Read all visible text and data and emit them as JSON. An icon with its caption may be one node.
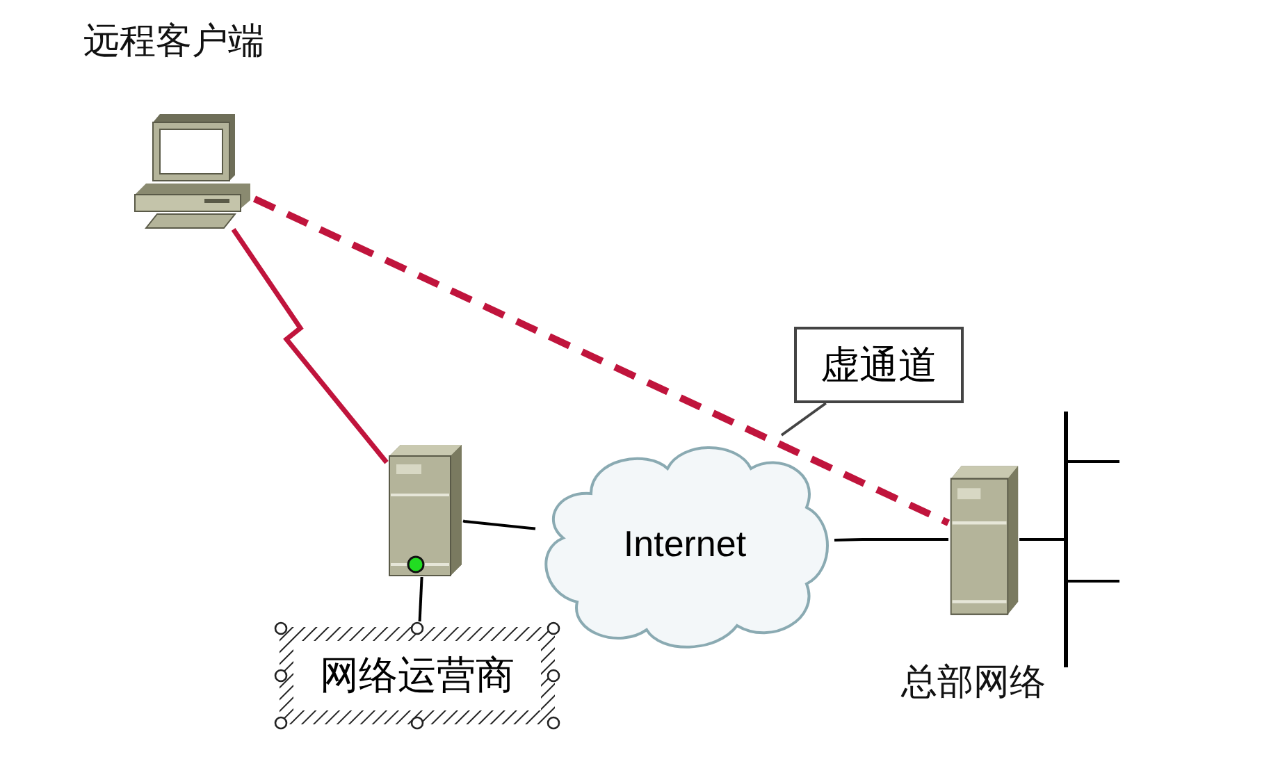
{
  "diagram": {
    "nodes": [
      {
        "text": [],
        "shape": "picture",
        "beside": [
          "远程客户端"
        ]
      },
      {
        "text": [],
        "shape": "picture"
      },
      {
        "text": [
          "网络运营商"
        ]
      },
      {
        "text": [
          "Internet"
        ]
      },
      {
        "text": [],
        "shape": "picture"
      },
      {
        "text": [
          "虚通道"
        ]
      },
      {
        "text": [],
        "shape": "bar"
      }
    ],
    "edges": [
      {
        "from": 0,
        "to": 1,
        "arrow": "none",
        "color": "#c0143c"
      },
      {
        "from": 0,
        "to": 4,
        "arrow": "none",
        "style": "dashed",
        "color": "#c0143c"
      },
      {
        "from": 1,
        "to": 3,
        "arrow": "none"
      },
      {
        "from": 3,
        "to": 4,
        "arrow": "none"
      },
      {
        "from": 1,
        "to": 2,
        "arrow": "none"
      },
      {
        "from": 5,
        "to": null,
        "arrow": "none"
      },
      {
        "from": 4,
        "to": 6,
        "arrow": "none"
      }
    ],
    "labels": [
      "总部网络"
    ]
  }
}
